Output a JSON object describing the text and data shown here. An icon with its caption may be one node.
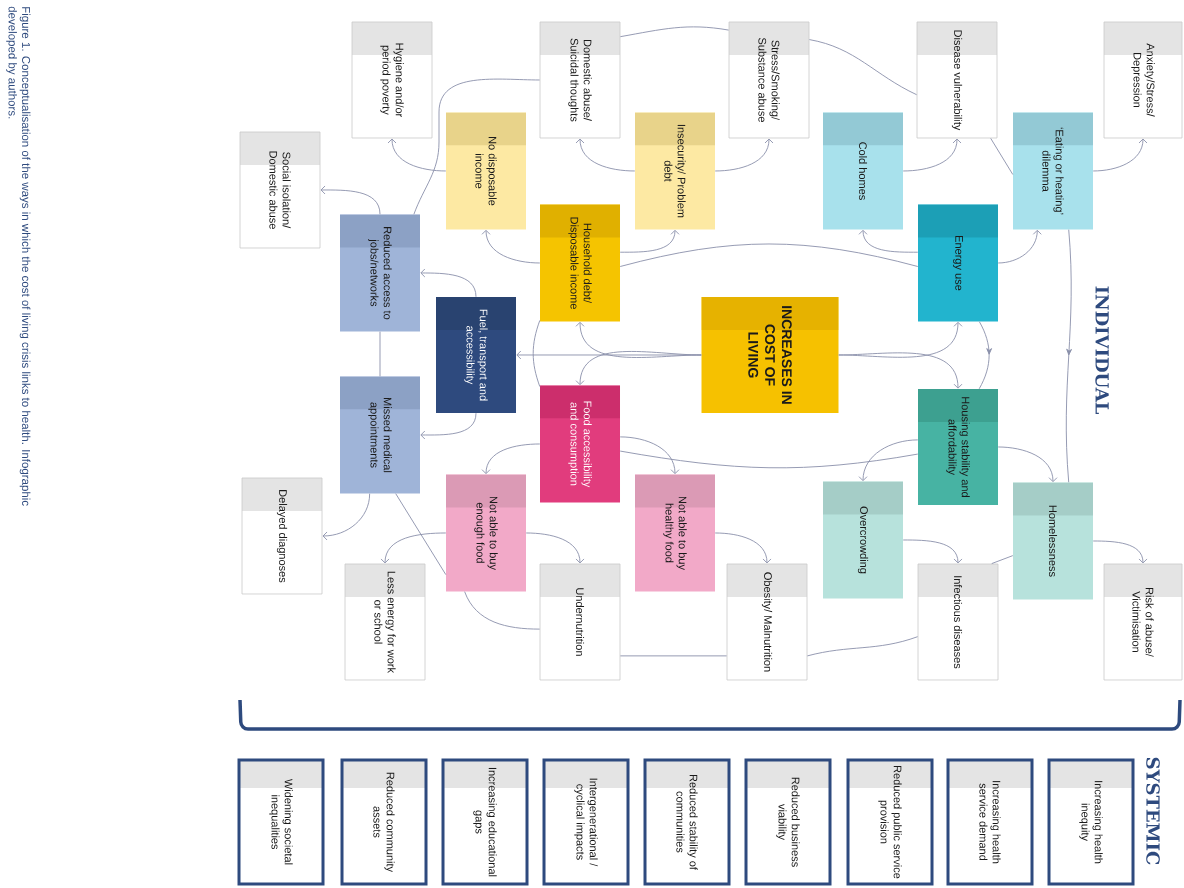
{
  "diagram": {
    "caption": "Figure 1. Conceptualisation of the ways in which the cost of living crisis links to health. Infographic developed by authors.",
    "nodes": [
      {
        "text": [
          "INCREASES IN COST OF LIVING"
        ]
      },
      {
        "text": [
          "Household debt/ Disposable income"
        ]
      },
      {
        "text": [
          "Energy use"
        ]
      },
      {
        "text": [
          "Fuel, transport and accessibility"
        ]
      },
      {
        "text": [
          "Food accessibility and consumption"
        ]
      },
      {
        "text": [
          "Housing stability and affordability"
        ]
      },
      {
        "text": [
          "No disposable income"
        ]
      },
      {
        "text": [
          "Insecurity/ Problem debt"
        ]
      },
      {
        "text": [
          "Cold homes"
        ]
      },
      {
        "text": [
          "‘Eating or heating’ dilemma"
        ]
      },
      {
        "text": [
          "Reduced access to jobs/networks"
        ]
      },
      {
        "text": [
          "Missed medical appointments"
        ]
      },
      {
        "text": [
          "Not able to buy enough food"
        ]
      },
      {
        "text": [
          "Not able to buy healthy food"
        ]
      },
      {
        "text": [
          "Overcrowding"
        ]
      },
      {
        "text": [
          "Homelessness"
        ]
      },
      {
        "text": [
          "Hygiene and/or period poverty"
        ]
      },
      {
        "text": [
          "Domestic abuse/ Suicidal thoughts"
        ]
      },
      {
        "text": [
          "Stress/Smoking/ Substance abuse"
        ]
      },
      {
        "text": [
          "Disease vulnerability"
        ]
      },
      {
        "text": [
          "Anxiety/Stress/ Depression"
        ]
      },
      {
        "text": [
          "Social isolation/ Domestic abuse"
        ]
      },
      {
        "text": [
          "Delayed diagnoses"
        ]
      },
      {
        "text": [
          "Less energy for work or school"
        ]
      },
      {
        "text": [
          "Undernutrition"
        ]
      },
      {
        "text": [
          "Obesity/ Malnutrition"
        ]
      },
      {
        "text": [
          "Infectious diseases"
        ]
      },
      {
        "text": [
          "Risk of abuse/ Victimisation"
        ]
      },
      {
        "text": [
          "Increasing health inequity"
        ]
      },
      {
        "text": [
          "Increasing health service demand"
        ]
      },
      {
        "text": [
          "Reduced public service provision"
        ]
      },
      {
        "text": [
          "Reduced business viability"
        ]
      },
      {
        "text": [
          "Reduced stability of communities"
        ]
      },
      {
        "text": [
          "Intergenerational / cyclical impacts"
        ]
      },
      {
        "text": [
          "Increasing educational gaps"
        ]
      },
      {
        "text": [
          "Reduced community assets"
        ]
      },
      {
        "text": [
          "Widening societal inequalities"
        ]
      }
    ],
    "edges": [
      {
        "from": 0,
        "to": 1,
        "arrow": "to"
      },
      {
        "from": 0,
        "to": 3,
        "arrow": "to"
      },
      {
        "from": 0,
        "to": 4,
        "arrow": "to"
      },
      {
        "from": 0,
        "to": 2,
        "arrow": "to"
      },
      {
        "from": 0,
        "to": 5,
        "arrow": "to"
      },
      {
        "from": 1,
        "to": 6,
        "arrow": "to"
      },
      {
        "from": 1,
        "to": 7,
        "arrow": "to"
      },
      {
        "from": 6,
        "to": 16,
        "arrow": "to"
      },
      {
        "from": 7,
        "to": 17,
        "arrow": "to"
      },
      {
        "from": 7,
        "to": 18,
        "arrow": "to"
      },
      {
        "from": 2,
        "to": 8,
        "arrow": "to"
      },
      {
        "from": 2,
        "to": 9,
        "arrow": "to"
      },
      {
        "from": 8,
        "to": 19,
        "arrow": "to"
      },
      {
        "from": 9,
        "to": 20,
        "arrow": "to"
      },
      {
        "from": 3,
        "to": 10,
        "arrow": "to"
      },
      {
        "from": 3,
        "to": 11,
        "arrow": "to"
      },
      {
        "from": 10,
        "to": 21,
        "arrow": "to"
      },
      {
        "from": 11,
        "to": 22,
        "arrow": "to"
      },
      {
        "from": 4,
        "to": 12,
        "arrow": "to"
      },
      {
        "from": 4,
        "to": 13,
        "arrow": "to"
      },
      {
        "from": 12,
        "to": 23,
        "arrow": "to"
      },
      {
        "from": 12,
        "to": 24,
        "arrow": "to"
      },
      {
        "from": 13,
        "to": 25,
        "arrow": "to"
      },
      {
        "from": 5,
        "to": 14,
        "arrow": "to"
      },
      {
        "from": 5,
        "to": 15,
        "arrow": "to"
      },
      {
        "from": 14,
        "to": 26,
        "arrow": "to"
      },
      {
        "from": 15,
        "to": 27,
        "arrow": "to"
      },
      {
        "from": 1,
        "to": 2,
        "arrow": "none"
      },
      {
        "from": 1,
        "to": 4,
        "arrow": "none"
      },
      {
        "from": 4,
        "to": 5,
        "arrow": "none"
      },
      {
        "from": 10,
        "to": 11,
        "arrow": "none"
      },
      {
        "from": 10,
        "to": 17,
        "arrow": "none"
      },
      {
        "from": 17,
        "to": 18,
        "arrow": "none"
      },
      {
        "from": 18,
        "to": 19,
        "arrow": "none"
      },
      {
        "from": 19,
        "to": 9,
        "arrow": "none"
      },
      {
        "from": 9,
        "to": 15,
        "arrow": "to"
      },
      {
        "from": 2,
        "to": 5,
        "arrow": "to"
      },
      {
        "from": 15,
        "to": 26,
        "arrow": "none"
      },
      {
        "from": 26,
        "to": 25,
        "arrow": "none"
      },
      {
        "from": 25,
        "to": 24,
        "arrow": "none"
      },
      {
        "from": 12,
        "to": 24,
        "arrow": "none"
      },
      {
        "from": 11,
        "to": 12,
        "arrow": "none"
      }
    ],
    "labels": [
      "INDIVIDUAL",
      "SYSTEMIC"
    ]
  }
}
